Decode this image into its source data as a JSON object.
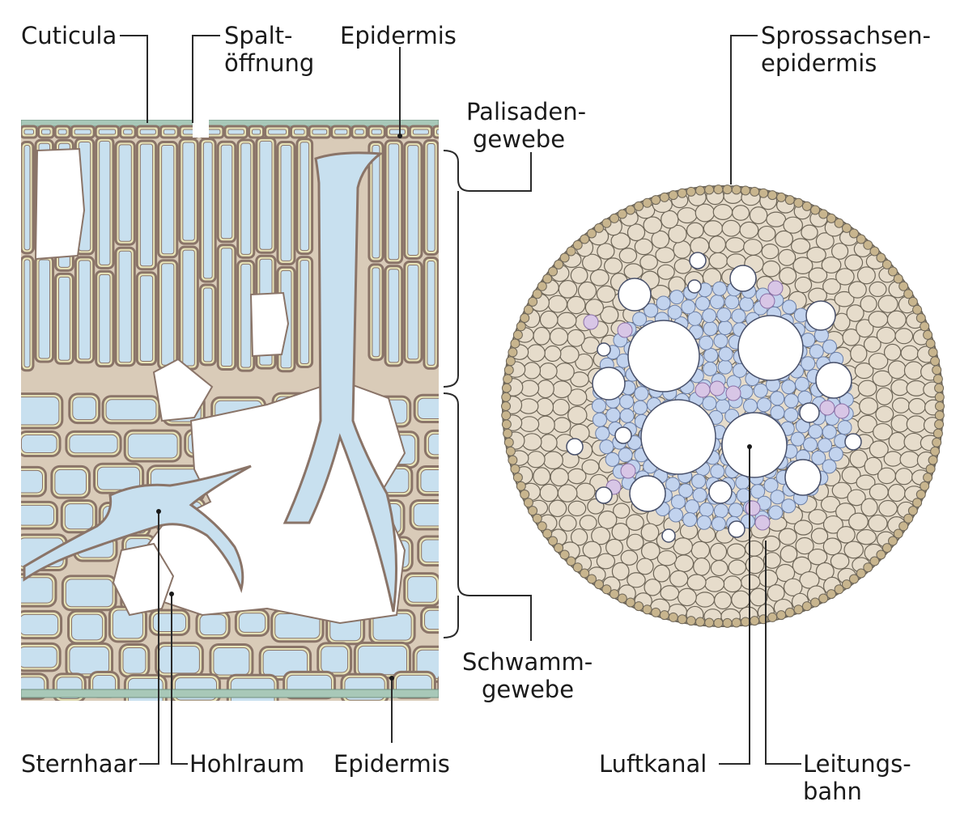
{
  "labels": {
    "cuticula": "Cuticula",
    "spalt_line1": "Spalt-",
    "spalt_line2": "öffnung",
    "epidermis_top": "Epidermis",
    "palisaden_line1": "Palisaden-",
    "palisaden_line2": "gewebe",
    "schwamm_line1": "Schwamm-",
    "schwamm_line2": "gewebe",
    "sternhaar": "Sternhaar",
    "hohlraum": "Hohlraum",
    "epidermis_bottom": "Epidermis",
    "spross_line1": "Sprossachsen-",
    "spross_line2": "epidermis",
    "luftkanal": "Luftkanal",
    "leitung_line1": "Leitungs-",
    "leitung_line2": "bahn"
  },
  "colors": {
    "cell_wall": "#8a7468",
    "cell_fill": "#c8e0ef",
    "cytoplasm": "#e8e4b8",
    "cuticle": "#a8c8b8",
    "stem_cortex": "#e6dccb",
    "stem_wall": "#6e6658",
    "stem_inner": "#c2d3ee",
    "bundle": "#d8c6e6",
    "air": "#ffffff"
  }
}
